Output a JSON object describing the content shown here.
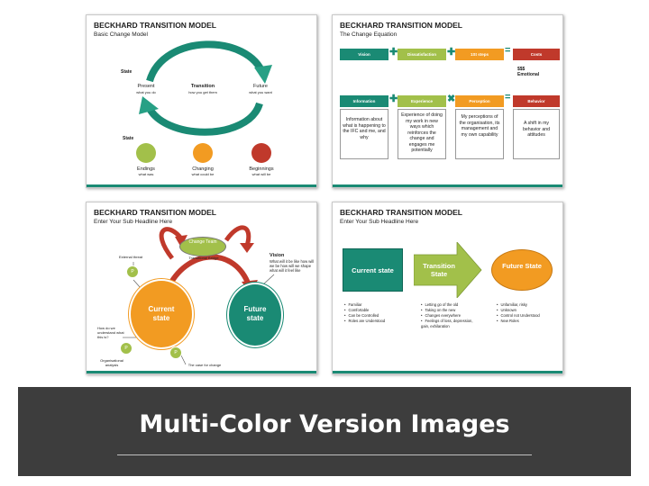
{
  "slide1": {
    "title": "BECKHARD TRANSITION MODEL",
    "subtitle": "Basic Change Model",
    "state_top": "State",
    "state_bottom": "State",
    "present": "Present",
    "present_sub": "what you do",
    "transition": "Transition",
    "transition_sub": "how you get them",
    "future": "Future",
    "future_sub": "what you want",
    "endings": "Endings",
    "endings_sub": "what was",
    "changing": "Changing",
    "changing_sub": "what could be",
    "beginnings": "Beginnings",
    "beginnings_sub": "what will be",
    "colors": {
      "green": "#a2c04a",
      "orange": "#f29b22",
      "red": "#c0392b",
      "teal": "#1a8a74"
    }
  },
  "slide2": {
    "title": "BECKHARD TRANSITION MODEL",
    "subtitle": "The Change Equation",
    "row1": {
      "vision": "Vision",
      "dissatisfaction": "Dissatisfaction",
      "steps": "1St steps",
      "costs": "Costs",
      "costs_note": "$$$\nEmotional"
    },
    "row2": {
      "information": "Information",
      "experience": "Experience",
      "perception": "Perception",
      "behavior": "Behavior",
      "information_note": "Information about what is happening to the IFC and me, and why",
      "experience_note": "Experience of doing my work in new ways which reinforces the change and engages me potentially",
      "perception_note": "My perceptions of the organisation, its management and my own capability",
      "behavior_note": "A shift in my behavior and attitudes"
    }
  },
  "slide3": {
    "title": "BECKHARD TRANSITION MODEL",
    "subtitle": "Enter Your Sub Headline Here",
    "change_team": "Change Team",
    "transitional_bridge": "Transitional Bridge",
    "external_threat": "External threat",
    "vision_title": "Vision",
    "vision_text": "What will it be like how will we be how will we shape what will it feel like",
    "current_state": "Current state",
    "future_state": "Future state",
    "how_do_we": "How do we understand what this is?",
    "org_analysis": "Organisational analysis",
    "case_for_change": "The case for change",
    "p": "P"
  },
  "slide4": {
    "title": "BECKHARD TRANSITION MODEL",
    "subtitle": "Enter Your Sub Headline Here",
    "current_state": "Current state",
    "transition_state": "Transition State",
    "future_state": "Future State",
    "current_list": [
      "Familiar",
      "Comfortable",
      "Can be Controlled",
      "Roles are Understood"
    ],
    "transition_list": [
      "Letting go of the old",
      "Taking on the new",
      "Changes everywhere",
      "Feelings of loss, depression, gain, exhilaration"
    ],
    "future_list": [
      "Unfamiliar, risky",
      "Unknown",
      "Control not Understood",
      "New Roles"
    ]
  },
  "banner": {
    "title": "Multi-Color Version Images"
  }
}
